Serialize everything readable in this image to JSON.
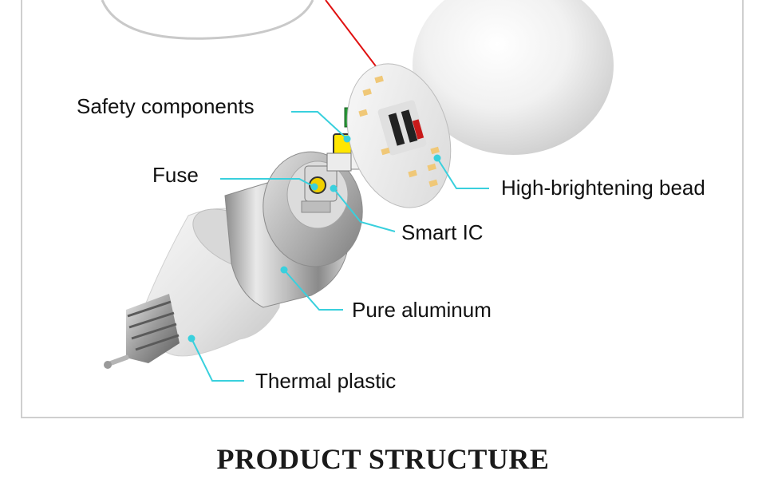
{
  "labels": {
    "safety_components": "Safety components",
    "fuse": "Fuse",
    "high_brightening_bead": "High-brightening bead",
    "smart_ic": "Smart IC",
    "pure_aluminum": "Pure aluminum",
    "thermal_plastic": "Thermal plastic"
  },
  "title": "PRODUCT STRUCTURE",
  "colors": {
    "callout_line": "#39d0dd",
    "laser_line": "#e01010",
    "frame_border": "#cfcfcf"
  }
}
